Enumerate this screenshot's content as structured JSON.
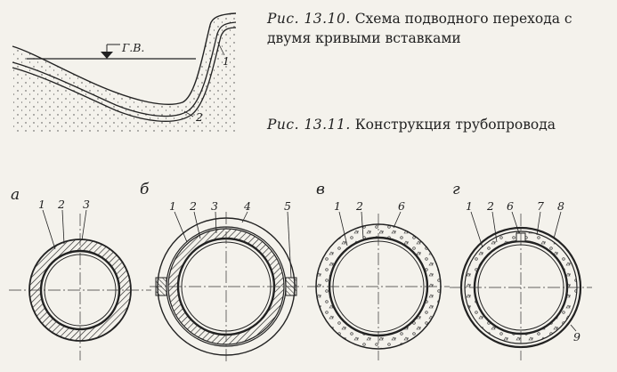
{
  "captions": {
    "fig_13_10": {
      "lead": "Рис. 13.10.",
      "text": "Схема подводного перехода с двумя кривыми вставками"
    },
    "fig_13_11": {
      "lead": "Рис. 13.11.",
      "text": "Конструкция трубопровода"
    }
  },
  "scheme": {
    "water_level_label": "Г.В.",
    "callouts": [
      "1",
      "2"
    ]
  },
  "sections": [
    {
      "letter": "а",
      "labels": [
        "1",
        "2",
        "3"
      ]
    },
    {
      "letter": "б",
      "labels": [
        "1",
        "2",
        "3",
        "4",
        "5"
      ]
    },
    {
      "letter": "в",
      "labels": [
        "1",
        "2",
        "6"
      ]
    },
    {
      "letter": "г",
      "labels": [
        "1",
        "2",
        "6",
        "7",
        "8",
        "9"
      ]
    }
  ],
  "colors": {
    "ink": "#222222",
    "paper": "#f4f2ec"
  }
}
